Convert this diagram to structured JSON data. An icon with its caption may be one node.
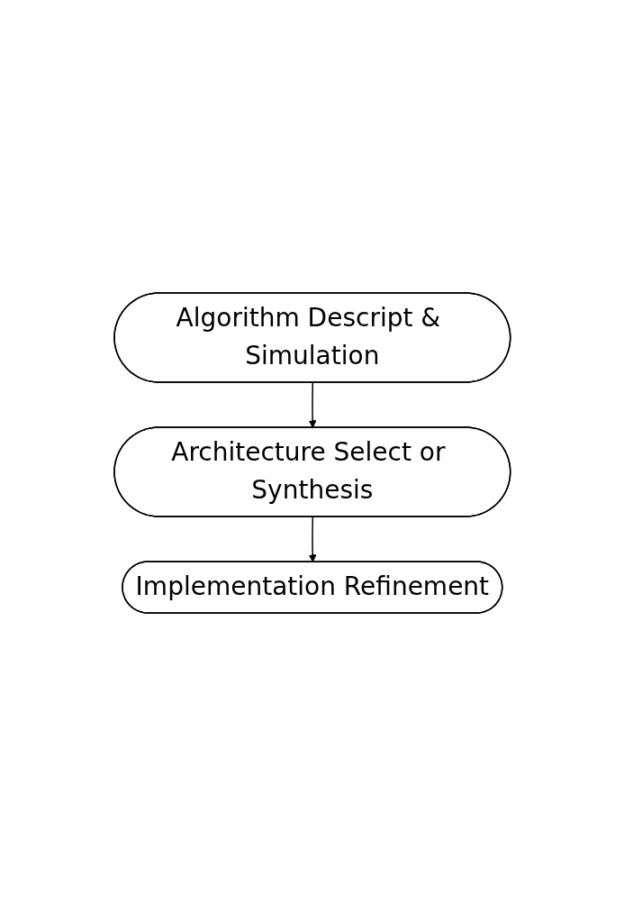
{
  "diagram": {
    "nodes": [
      {
        "text": [
          "Algorithm Descript & Simulation"
        ]
      },
      {
        "text": [
          "Architecture Select or Synthesis"
        ]
      },
      {
        "text": [
          "Implementation Refinement"
        ]
      }
    ],
    "edges": [
      {
        "from": 0,
        "to": 1,
        "arrow": "to"
      },
      {
        "from": 1,
        "to": 2,
        "arrow": "to"
      }
    ]
  }
}
